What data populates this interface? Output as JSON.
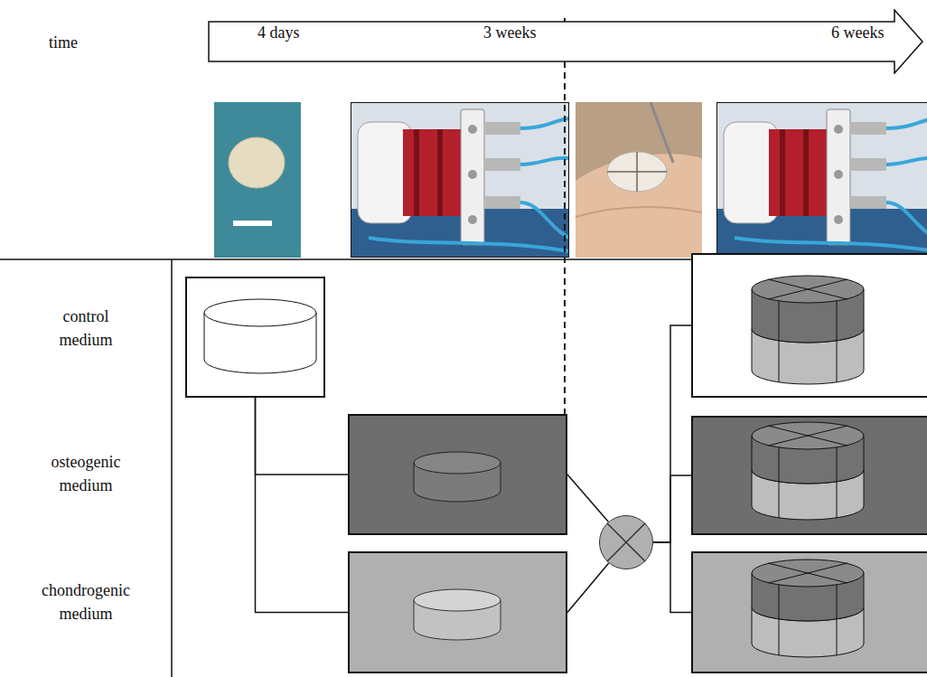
{
  "diagram": {
    "nodes": [
      {
        "text": [
          "4 days",
          "3 weeks",
          "6 weeks"
        ]
      },
      {
        "text": []
      },
      {
        "text": []
      },
      {
        "text": []
      },
      {
        "text": []
      },
      {
        "text": []
      },
      {
        "text": []
      },
      {
        "text": []
      }
    ],
    "edges": [
      {
        "from": 1,
        "to": 2,
        "arrow": "none"
      },
      {
        "from": 1,
        "to": 3,
        "arrow": "none"
      },
      {
        "from": 2,
        "to": 4,
        "arrow": "none"
      },
      {
        "from": 3,
        "to": 4,
        "arrow": "none"
      },
      {
        "from": 4,
        "to": 5,
        "arrow": "none"
      },
      {
        "from": 4,
        "to": 6,
        "arrow": "none"
      },
      {
        "from": 4,
        "to": 7,
        "arrow": "none"
      }
    ],
    "labels": [
      "time",
      "control medium",
      "osteogenic medium",
      "chondrogenic medium"
    ]
  }
}
